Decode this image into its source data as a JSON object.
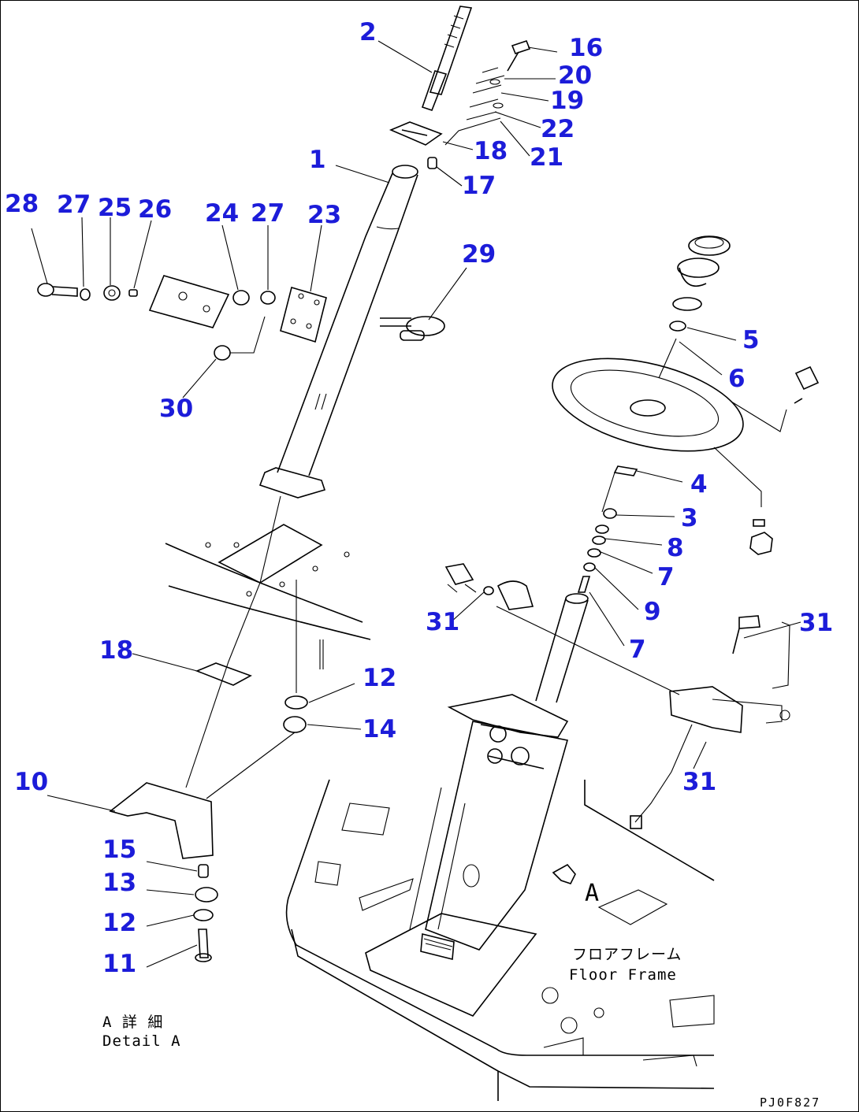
{
  "callouts": [
    "1",
    "2",
    "3",
    "4",
    "5",
    "6",
    "7",
    "7",
    "8",
    "9",
    "10",
    "11",
    "12",
    "12",
    "13",
    "14",
    "15",
    "16",
    "17",
    "18",
    "18",
    "19",
    "20",
    "21",
    "22",
    "23",
    "24",
    "25",
    "26",
    "27",
    "27",
    "28",
    "29",
    "30",
    "31",
    "31",
    "31"
  ],
  "notes": {
    "detail_jp": "A 詳 細",
    "detail_en": "Detail A",
    "section_ref": "A",
    "floor_jp": "フロアフレーム",
    "floor_en": "Floor Frame"
  },
  "drawing_code": "PJ0F827",
  "colors": {
    "callout": "#1c1cd9",
    "line": "#000000",
    "background": "#ffffff"
  }
}
